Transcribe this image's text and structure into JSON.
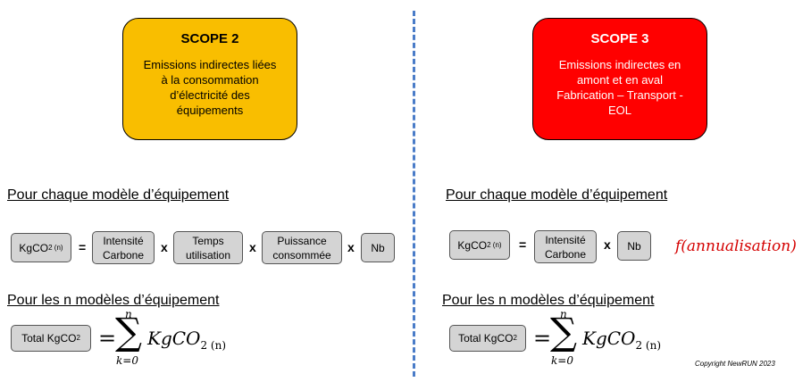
{
  "scope2": {
    "title": "SCOPE 2",
    "desc_lines": [
      "Emissions indirectes liées",
      "à la consommation",
      "d’électricité des",
      "équipements"
    ],
    "color": "#f9be00"
  },
  "scope3": {
    "title": "SCOPE 3",
    "desc_lines": [
      "Emissions indirectes en",
      "amont et en aval",
      "Fabrication – Transport -",
      "EOL"
    ],
    "color": "#ff0000"
  },
  "left": {
    "heading_each": "Pour chaque modèle d’équipement",
    "formula": {
      "kgco2_main": "KgCO",
      "kgco2_sub": "2 (n)",
      "equals": "=",
      "times": "x",
      "intensite": [
        "Intensité",
        "Carbone"
      ],
      "temps": [
        "Temps",
        "utilisation"
      ],
      "puissance": [
        "Puissance",
        "consommée"
      ],
      "nb": "Nb"
    },
    "heading_all": "Pour les n modèles d’équipement",
    "total_main": "Total KgCO",
    "total_sub": "2",
    "sum": {
      "equals": "=",
      "upper": "n",
      "sigma": "∑",
      "lower": "k=0",
      "expr": "KgCO",
      "expr_sub": "2 (n)"
    }
  },
  "right": {
    "heading_each": "Pour chaque modèle d’équipement",
    "formula": {
      "kgco2_main": "KgCO",
      "kgco2_sub": "2 (n)",
      "equals": "=",
      "times": "x",
      "intensite": [
        "Intensité",
        "Carbone"
      ],
      "nb": "Nb",
      "annualisation": "f(annualisation)"
    },
    "heading_all": "Pour les n modèles d’équipement",
    "total_main": "Total KgCO",
    "total_sub": "2",
    "sum": {
      "equals": "=",
      "upper": "n",
      "sigma": "∑",
      "lower": "k=0",
      "expr": "KgCO",
      "expr_sub": "2 (n)"
    }
  },
  "copyright": "Copyright NewRUN 2023"
}
